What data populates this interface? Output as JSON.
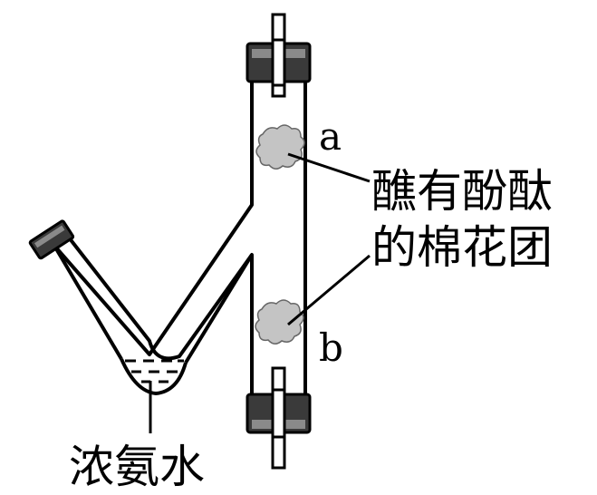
{
  "labels": {
    "a": "a",
    "b": "b",
    "cotton_line1": "醮有酚酞",
    "cotton_line2": "的棉花团",
    "ammonia": "浓氨水"
  },
  "colors": {
    "ink": "#000000",
    "glass": "#ffffff",
    "stopper": "#3a3a3a",
    "stopper_band": "#8a8a8a",
    "cotton": "#c4c4c4"
  },
  "icons": [
    "rubber-stopper-icon",
    "glass-rod-icon",
    "cotton-ball-icon"
  ]
}
